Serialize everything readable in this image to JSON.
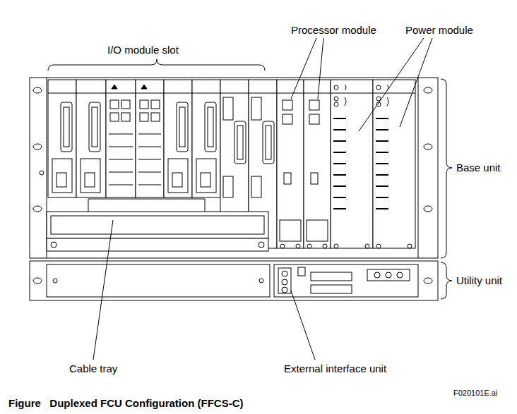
{
  "diagram": {
    "caption": "Figure   Duplexed FCU Configuration (FFCS-C)",
    "labels": [
      "I/O module slot",
      "Processor module",
      "Power module",
      "Base unit",
      "Utility unit",
      "Cable tray",
      "External interface unit",
      "F020101E.ai"
    ]
  }
}
